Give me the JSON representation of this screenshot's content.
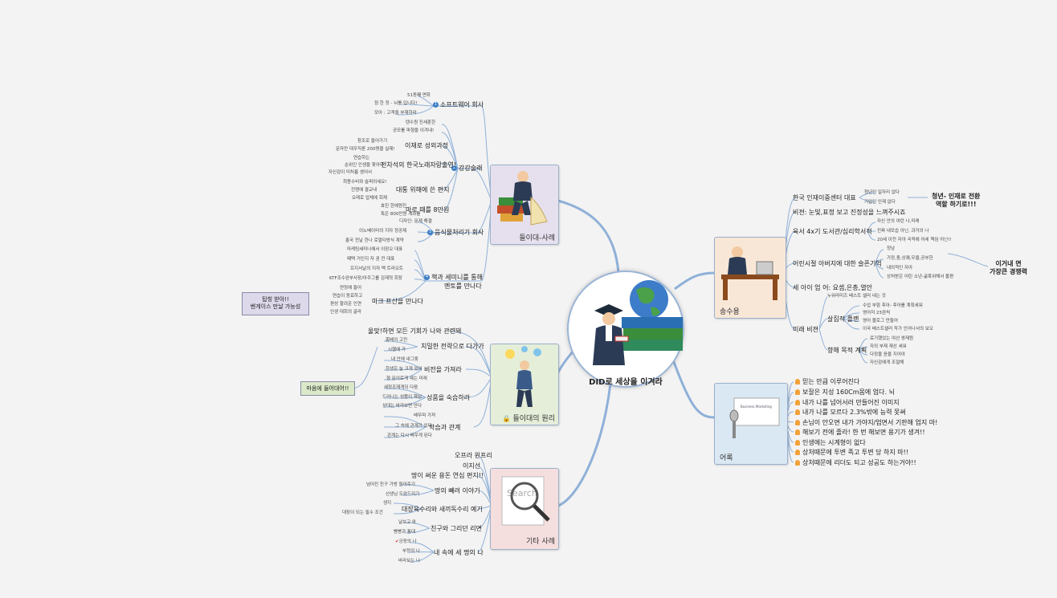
{
  "center": {
    "title": "DID로 세상을 이겨라"
  },
  "topics": {
    "topleft": "들이대-사례",
    "midleft": "들이대의 원리",
    "botleft": "기타 사례",
    "right1": "송수용",
    "right2": "어록"
  },
  "notes": {
    "tapjing": [
      "탑칭 받아!!",
      "벤게이스 만날 가능성"
    ],
    "maeum": "마음에 들어대어!!",
    "youth": [
      "청년- 인재로 전환",
      "역할 하기로!!!"
    ],
    "rival": [
      "이거내 면",
      "가장큰 경쟁력"
    ]
  },
  "tl": {
    "soft": "소프트웨어 회사",
    "soft_leaves": [
      "51동째 면화",
      "점 한 정 - 뉘를 입니다!",
      "모아 : 고객을 부재하라"
    ],
    "lecture": "강강술래",
    "lec_leaves": [
      "텐수원 진세훈한",
      "공모를 파형을 이겨내!",
      "이재로 성외과정",
      "창조로 들어가기",
      "문자만 대우직론 200명을 실제!",
      "전차석의 한국노래자랑출연!",
      "연습하는",
      "순위인 인생을 찾아다",
      "자신감이 미처롭 생어서",
      "대통 위해에 쓴 편지",
      "최용수비와 슬퍼외세요!",
      "전쟁에 결교내",
      "오래로 업체에 회재",
      "마로 때를 8만원",
      "효진 한예원진",
      "특은 800만원 계좌를"
    ],
    "food": "음식물처리기 회사",
    "food_leaves": [
      "디자인: 문제 해결",
      "이노베이터의 지자 정공제",
      "홀국 전날 한나 로열티방식 계약"
    ],
    "book": "책과 세미니를 통해",
    "book2": "멘토를 만나다",
    "book_leaves": [
      "마케팅세미나에서 이장오 대표",
      "패택 거인지 자 권 전 대표",
      "프지서날의 지자 맥 트라오트",
      "KTF조수완부사장/아주그룹 김재혁 회장"
    ],
    "market": "마크 프산을 만나다",
    "market_leaves": [
      "연정에 들어",
      "연습이 동료하고",
      "편성 할려운 인연",
      "인생 대회의 골라"
    ]
  },
  "ml": {
    "b1": "울맞!하면 모든 기회가 나와 관련돼",
    "b2": "치밀한 전략으로 다가가",
    "b2_leaves": [
      "뽐배의 고전",
      "시행에 가"
    ],
    "b3": "비전을 가져라",
    "b3_leaves": [
      "내 안에 내그릇",
      "한생은 늘 크게 있어",
      "형 문이로게 새는 미래"
    ],
    "b4": "성품을 숙습하라",
    "b4_leaves": [
      "세정조재게되 다음",
      "드러나는 성품이 핵심",
      "상대는 바라보면 안다"
    ],
    "b5": "학습과 관계",
    "b5_leaves": [
      "배우며 가져",
      "그 속에 관계가 있다",
      "관계는 다시 배우게 된다"
    ]
  },
  "bl": {
    "b1": "오프라 윈프리",
    "b2": "이지선",
    "b3": "땅이 써운 용돈 연심 편지!!",
    "b4": "땅의 빼려 이야기",
    "b4_leaves": [
      "넘어진 친구 가방 들어주기",
      "선생님 도와드리기"
    ],
    "b5": "대장육수리와 새끼독수리 예기",
    "b5_leaves": [
      "생지",
      "대장이 되는 필수 조건"
    ],
    "b6": "친구와 그리던 리면",
    "b6_leaves": [
      "날보고 와",
      "빵빵과 통대"
    ],
    "b7": "내 속에 세 명의 나",
    "b7_leaves": [
      "긍정의 나",
      "부정의 나",
      "바라보는 나"
    ]
  },
  "r1": {
    "b1": "한국 인재이중센터 대표",
    "b1_leaves": [
      "청년인 일자리 없다",
      "기업인 인재 없다"
    ],
    "b2": "비젼: 눈빛,표정 보고 진정성을 느껴주시죠",
    "b3": "육서 4x기 도서관/심리학서적",
    "b3_leaves": [
      "자신 안의 여런 나,미래",
      "진짜 내모습 아닌, 과거의 나",
      "20세 이전 자야 국적에 어세 책임 아닌!!"
    ],
    "b4": "어린시절 아버지에 대한 슬픈기억",
    "b4_leaves": [
      "정남",
      "가정,충,상쾌,우울,공부한",
      "내외적인 자아",
      "상처받은 어린 소년-굶혹위해서 불편"
    ],
    "b5": "세 아이 엄 어: 요셉,은총,열안",
    "b6": "미래 비젼",
    "b6a": "살집적 플랜",
    "b6a_leaves": [
      "누워라미즈 베스트 셀러 내는 것",
      "수업 부험 후아- 후아를 계획세워",
      "영어저 23권씩",
      "영어 블로그 만들어",
      "이국 베스트셀러 작가 인어나서의 보오"
    ],
    "b6b": "향해 목적 계획",
    "b6b_leaves": [
      "료기했었는 여선 쌍재원",
      "자의 부재 재선 세워",
      "다정을 윤을 지어야",
      "자신감에게 조절해"
    ]
  },
  "r2": {
    "quotes": [
      "믿는 만큼 이루어진다",
      "보잘은 지성 160Cm몸에 업다. 뇌",
      "내가 나를 넘어서러 만들어진 이미지",
      "내가 나를 모르다 2.3%밖에 능력 못써",
      "손님이 안오면 내가 가야지/업면서 기판해 업지 마!",
      "해보기 전에 졸라! 한 번 해보면 용기가 생겨!!",
      "인생에는 시계형이 없다",
      "상처때문에 투변 족고 투변 당 하지 마!!",
      "상처때문에 리더도 되고 성공도 하는거야!!"
    ]
  },
  "colors": {
    "line": "#8fb0d8",
    "topic_topleft": "#e6e0ee",
    "topic_midleft": "#e5eed9",
    "topic_botleft": "#f5dede",
    "topic_right1": "#f8e7d7",
    "topic_right2": "#d9e8f3"
  }
}
